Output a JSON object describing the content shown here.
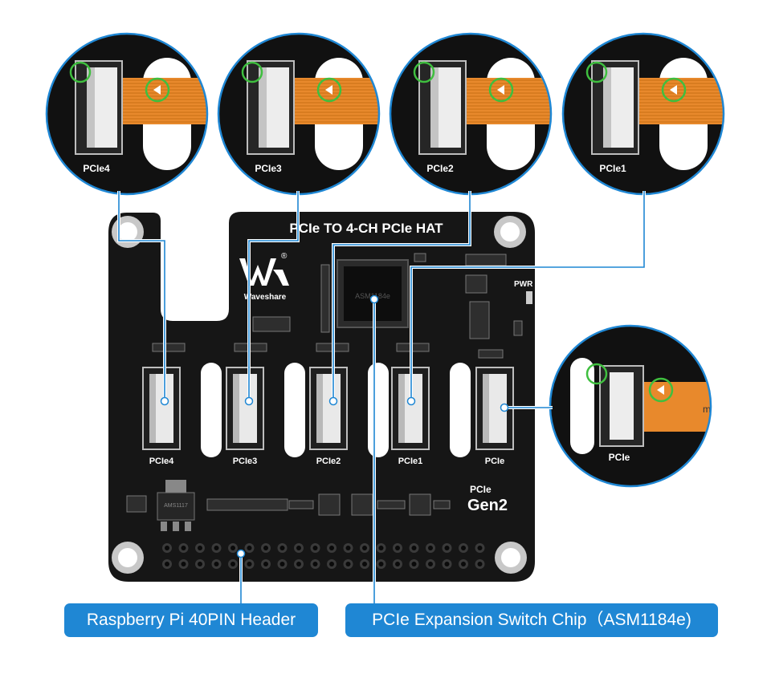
{
  "board": {
    "title": "PCIe TO 4-CH PCIe HAT",
    "brand": "Waveshare",
    "registered": "®",
    "gen_small": "PCIe",
    "gen_big": "Gen2",
    "pwr_label": "PWR",
    "chip_marking": "ASM1184e",
    "regulator_marking": "AMS1117",
    "slot_labels": [
      "PCIe4",
      "PCIe3",
      "PCIe2",
      "PCIe1",
      "PCIe"
    ]
  },
  "zooms": {
    "top_labels": [
      "PCIe4",
      "PCIe3",
      "PCIe2",
      "PCIe1"
    ],
    "side_label": "PCIe",
    "side_cable_text": "mm"
  },
  "callouts": {
    "header": "Raspberry Pi 40PIN Header",
    "chip": "PCIe Expansion Switch Chip（ASM1184e)"
  },
  "colors": {
    "callout_bg": "#1f87d4",
    "leader": "#1f87d4",
    "board": "#161616",
    "fpc_cable": "#e8892c",
    "marker_ring": "#3fbf3f"
  }
}
